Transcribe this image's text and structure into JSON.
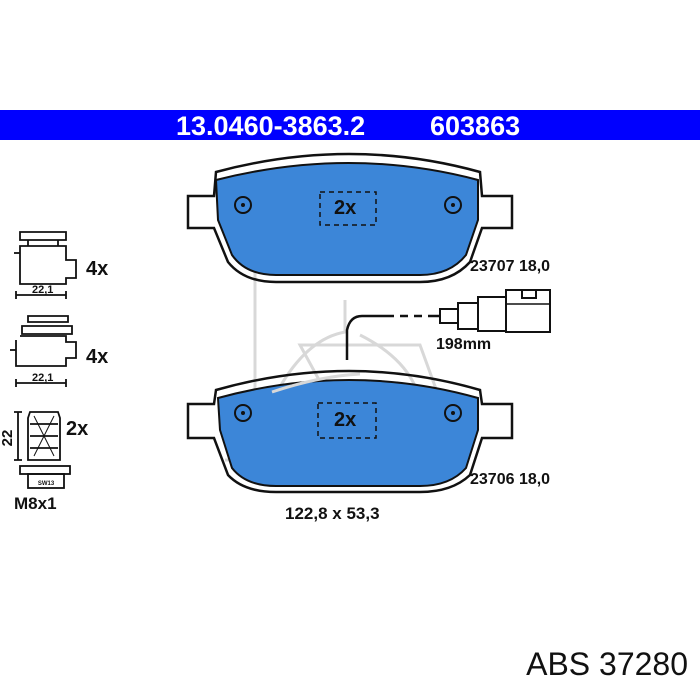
{
  "header": {
    "part_number": "13.0460-3863.2",
    "short_number": "603863"
  },
  "pads": {
    "top": {
      "quantity": "2x",
      "code": "23707 18,0"
    },
    "bottom": {
      "quantity": "2x",
      "code": "23706 18,0"
    },
    "dimensions": "122,8 x 53,3",
    "wear_sensor_length": "198mm"
  },
  "accessories": {
    "clip_1": {
      "width": "22,1",
      "quantity": "4x"
    },
    "clip_2": {
      "width": "22,1",
      "quantity": "4x"
    },
    "bolt": {
      "length": "22",
      "quantity": "2x",
      "thread": "M8x1",
      "marking": "SW13"
    }
  },
  "footer": {
    "brand": "ABS",
    "number": "37280"
  },
  "colors": {
    "banner": "#0000ff",
    "pad_fill": "#3c86d8",
    "outline": "#111111",
    "watermark": "#d8d8d8"
  }
}
